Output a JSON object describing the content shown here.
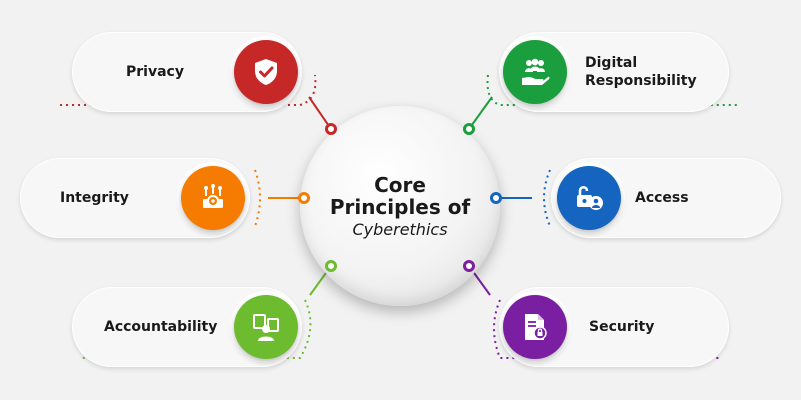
{
  "center": {
    "line1": "Core",
    "line2": "Principles of",
    "line3": "Cyberethics"
  },
  "principles": {
    "privacy": {
      "label": "Privacy",
      "color": "#c62828",
      "icon": "shield-check-icon"
    },
    "integrity": {
      "label": "Integrity",
      "color": "#f57c00",
      "icon": "circuit-gear-icon"
    },
    "accountability": {
      "label": "Accountability",
      "color": "#6dbb2f",
      "icon": "person-documents-icon"
    },
    "digital_responsibility": {
      "label": "Digital\nResponsibility",
      "color": "#1b9e3e",
      "icon": "group-hand-icon"
    },
    "access": {
      "label": "Access",
      "color": "#1565c0",
      "icon": "unlock-user-icon"
    },
    "security": {
      "label": "Security",
      "color": "#7b1fa2",
      "icon": "secure-document-icon"
    }
  }
}
